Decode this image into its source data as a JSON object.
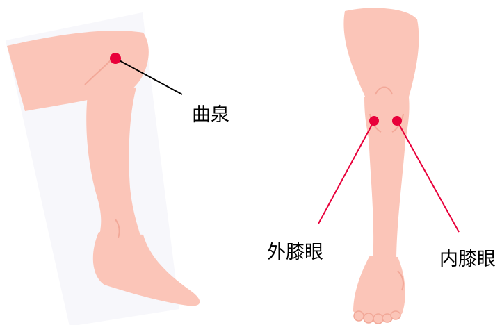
{
  "diagram": {
    "points": [
      {
        "id": "ququan",
        "label": "曲泉"
      },
      {
        "id": "wai-xiyan",
        "label": "外膝眼"
      },
      {
        "id": "nei-xiyan",
        "label": "内膝眼"
      }
    ],
    "colors": {
      "skin": "#fbc5b8",
      "skin_shadow": "#f2a898",
      "backdrop": "#f7f7fb",
      "point": "#e8003a",
      "leader_side": "#000000",
      "leader_front": "#e8003a"
    }
  }
}
